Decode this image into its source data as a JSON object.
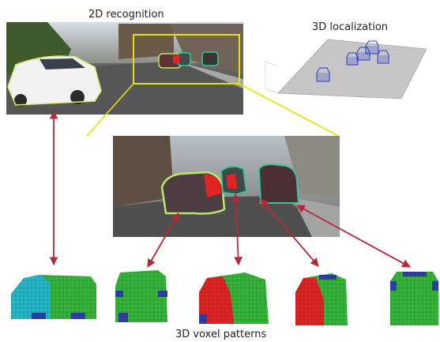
{
  "labels": {
    "recognition": "2D recognition",
    "localization": "3D localization",
    "voxel": "3D voxel patterns"
  },
  "colors": {
    "outline_yellow": "#e6e000",
    "arrow_red": "#b5283a",
    "voxel_green": "#35b53a",
    "voxel_red": "#e02424",
    "voxel_cyan": "#25b8c8",
    "voxel_blue": "#2f3fa8",
    "plane_gray": "#c6c6c6",
    "wire_blue": "#2b3bd0",
    "outline_lime": "#b9e86a",
    "outline_teal": "#39c39a"
  },
  "voxel_patterns": [
    {
      "view": "left-front-3q",
      "colors": [
        "green",
        "cyan",
        "blue"
      ]
    },
    {
      "view": "rear",
      "colors": [
        "green",
        "blue"
      ]
    },
    {
      "view": "rear-occluded-left",
      "colors": [
        "green",
        "red",
        "blue"
      ]
    },
    {
      "view": "rear-occluded-left",
      "colors": [
        "green",
        "red",
        "blue"
      ]
    },
    {
      "view": "rear",
      "colors": [
        "green",
        "blue"
      ]
    }
  ]
}
